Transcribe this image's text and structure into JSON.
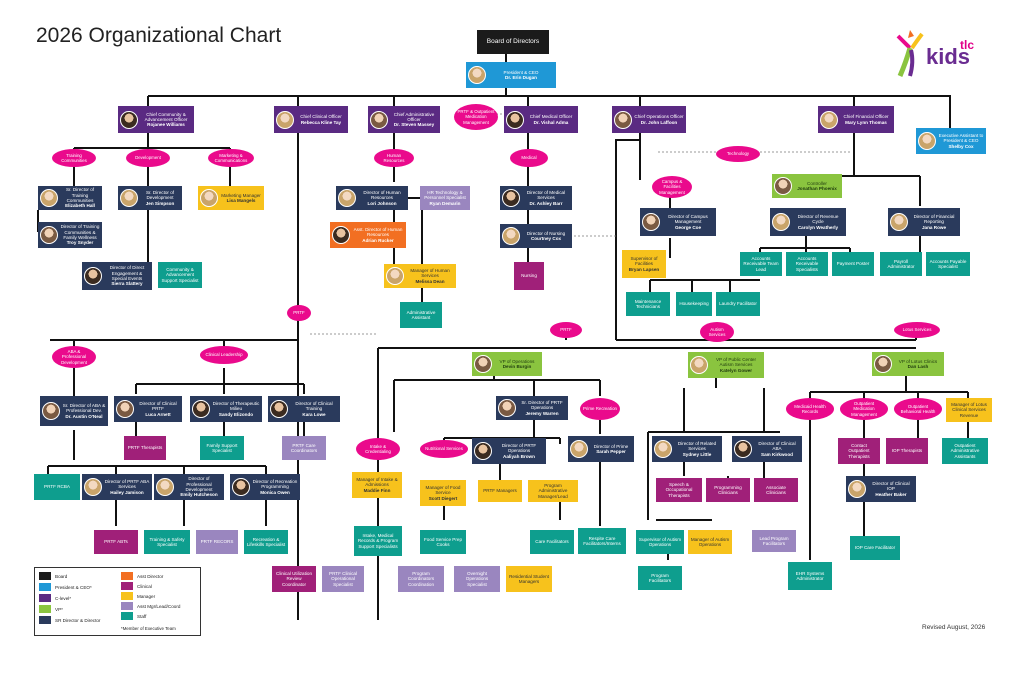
{
  "page_title": "2026 Organizational Chart",
  "revised": "Revised August, 2026",
  "logo": {
    "text": "kids",
    "suffix": "tlc"
  },
  "colors": {
    "black": "#1b1b1b",
    "blue": "#1f98d6",
    "purple": "#5a2a82",
    "navy": "#2a3a5c",
    "orange": "#f26f22",
    "magenta": "#a02079",
    "yellow": "#f7c21c",
    "lilac": "#9a86bf",
    "teal": "#0e9e8e",
    "pink": "#ea0a8c",
    "lime": "#8ac43f"
  },
  "board": "Board of Directors",
  "ceo": {
    "title": "President & CEO",
    "name": "Dr. Erin Dugan"
  },
  "executives": {
    "cca": {
      "title": "Chief Community & Advancement Officer",
      "name": "Rojanee Williams"
    },
    "cco": {
      "title": "Chief Clinical Officer",
      "name": "Rebecca Kline Tay"
    },
    "cao": {
      "title": "Chief Administrative Officer",
      "name": "Dr. Steven Massey"
    },
    "cmo": {
      "title": "Chief Medical Officer",
      "name": "Dr. Vishal Adma"
    },
    "coo": {
      "title": "Chief Operations Officer",
      "name": "Dr. John Laffoon"
    },
    "cfo": {
      "title": "Chief Financial Officer",
      "name": "Mary Lynn Thomas"
    },
    "exec_asst": {
      "title": "Executive Assistant to President & CEO",
      "name": "Shelby Cox"
    }
  },
  "ovals": {
    "prtf_outpatient": "PRTF & Outpatient Medication Management",
    "training": "Training Communities",
    "development": "Development",
    "marketing": "Marketing & Communications",
    "human_resources": "Human Resources",
    "medical": "Medical",
    "technology": "Technology",
    "campus_facilities": "Campus & Facilities Management",
    "prtf_left": "PRTF",
    "prtf_center": "PRTF",
    "autism": "Autism Services",
    "lotus": "Lotus Services",
    "aba_pd": "ABA & Professional Development",
    "clinical_leadership": "Clinical Leadership",
    "intake": "Intake & Credentialing",
    "nutritional": "Nutritional Services",
    "prtf_recreation": "Prime Recreation",
    "medicaid": "Medicaid Health Records",
    "outpatient_med": "Outpatient Medication Management",
    "outpatient_bh": "Outpatient Behavioral Health",
    "mgr_lotus": "Manager of Lotus Clinical Services Revenue"
  },
  "nodes": {
    "sr_training": {
      "title": "Sr. Director of Training Communities",
      "name": "Elizabeth Hall"
    },
    "dir_training": {
      "title": "Director of Training Communities & Family Wellness",
      "name": "Troy Snyder"
    },
    "sr_dev": {
      "title": "Sr. Director of Development",
      "name": "Jen Simpson"
    },
    "dir_dsp": {
      "title": "Director of Direct Engagement & Special Events",
      "name": "Sierra Slattery"
    },
    "community_adv": {
      "title": "Community & Advancement Support Specialist"
    },
    "mktg_mgr": {
      "title": "Marketing Manager",
      "name": "Lisa Mangels"
    },
    "dir_hr": {
      "title": "Director of Human Resources",
      "name": "Lori Johnson"
    },
    "asst_hr": {
      "title": "Asst. Director of Human Resources",
      "name": "Adrian Rucker"
    },
    "hr_tech": {
      "title": "HR Technology & Personnel Specialist",
      "name": "Ryan Demarin"
    },
    "mgr_hr_services": {
      "title": "Manager of Human Services",
      "name": "Melissa Dean"
    },
    "admin_asst": {
      "title": "Administrative Assistant"
    },
    "dir_med": {
      "title": "Director of Medical Services",
      "name": "Dr. Ashley Barr"
    },
    "dir_nursing": {
      "title": "Director of Nursing",
      "name": "Courtney Cox"
    },
    "nursing": {
      "title": "Nursing"
    },
    "dir_campus": {
      "title": "Director of Campus Management",
      "name": "George Coe"
    },
    "supervisor_facilities": {
      "title": "Supervisor of Facilities",
      "name": "Bryan Lapsen"
    },
    "maintenance": {
      "title": "Maintenance Technicians"
    },
    "housekeeping": {
      "title": "Housekeeping"
    },
    "laundry": {
      "title": "Laundry Facilitator"
    },
    "controller": {
      "title": "Controller",
      "name": "Jonathan Phoenix"
    },
    "dir_rev": {
      "title": "Director of Revenue Cycle",
      "name": "Carolyn Weatherly"
    },
    "dir_fin": {
      "title": "Director of Financial Reporting",
      "name": "Jana Rowe"
    },
    "acct_rec": {
      "title": "Accounts Receivable Team Lead"
    },
    "acct_rec_spec": {
      "title": "Accounts Receivable Specialists"
    },
    "payment_poster": {
      "title": "Payment Poster"
    },
    "payroll": {
      "title": "Payroll Administrator"
    },
    "ap_spec": {
      "title": "Accounts Payable Specialist"
    },
    "vp_ops": {
      "title": "VP of Operations",
      "name": "Devin Burgin"
    },
    "vp_autism": {
      "title": "VP of Public Center Autism Services",
      "name": "Katelyn Gower"
    },
    "vp_lotus": {
      "title": "VP of Lotus Clinics",
      "name": "Dan Lash"
    },
    "sr_aba": {
      "title": "Sr. Director of ABA & Professional Dev.",
      "name": "Dr. Austin O'Neal"
    },
    "dir_clinical_prtf": {
      "title": "Director of Clinical PRTF",
      "name": "Luca Arnett"
    },
    "dir_thera": {
      "title": "Director of Therapeutic Milieu",
      "name": "Sandy Elizondo"
    },
    "dir_clin_train": {
      "title": "Director of Clinical Training",
      "name": "Kara Lowe"
    },
    "prtf_therapists": {
      "title": "PRTF Therapists"
    },
    "family_support": {
      "title": "Family Support Specialist"
    },
    "prtf_care": {
      "title": "PRTF Care Coordinators"
    },
    "prtf_rcba": {
      "title": "PRTF RCBA"
    },
    "dir_prtf_aba": {
      "title": "Director of PRTF ABA Services",
      "name": "Hailey Jamison"
    },
    "dir_pd": {
      "title": "Director of Professional Development",
      "name": "Emily Hutcheson"
    },
    "dir_rec": {
      "title": "Director of Recreation Programming",
      "name": "Monica Owen"
    },
    "prtf_abts": {
      "title": "PRTF ABTs"
    },
    "training_safety": {
      "title": "Training & Safety Specialist"
    },
    "prtf_recor": {
      "title": "PRTF RECORS"
    },
    "rec_life": {
      "title": "Recreation & Lifeskills Specialist"
    },
    "clinical_ur": {
      "title": "Clinical Utilization Review Coordinator"
    },
    "prtf_clinical_ops": {
      "title": "PRTF Clinical Operational Specialist"
    },
    "mgr_intake": {
      "title": "Manager of Intake & Admissions",
      "name": "Maddie Finn"
    },
    "intake_records": {
      "title": "Intake, Medical Records & Program Support Specialists"
    },
    "sr_prtf_ops": {
      "title": "Sr. Director of PRTF Operations",
      "name": "Jeremy Warren"
    },
    "dir_prtf_ops": {
      "title": "Director of PRTF Operations",
      "name": "Aaliyah Brown"
    },
    "mgr_food": {
      "title": "Manager of Food Service",
      "name": "Scott Diegert"
    },
    "food_prep": {
      "title": "Food Service Prep Cooks"
    },
    "prtf_managers": {
      "title": "PRTF Managers"
    },
    "program_admin": {
      "title": "Program Administrative Manager/Lead"
    },
    "care_facilitators": {
      "title": "Care Facilitators"
    },
    "program_coord": {
      "title": "Program Coordinators Coordination"
    },
    "overnight": {
      "title": "Overnight Operations Specialist"
    },
    "residential_mgr": {
      "title": "Residential Student Managers"
    },
    "dir_prime": {
      "title": "Director of Prime",
      "name": "Sarah Pepper"
    },
    "respite": {
      "title": "Respite Care Facilitators/Interns"
    },
    "dir_related": {
      "title": "Director of Related Services",
      "name": "Sydney Little"
    },
    "dir_clinical_aba": {
      "title": "Director of Clinical ABA",
      "name": "Sam Kirkwood"
    },
    "speech": {
      "title": "Speech & Occupational Therapists"
    },
    "programming": {
      "title": "Programming Clinicians"
    },
    "associate_clin": {
      "title": "Associate Clinicians"
    },
    "supervisor_autism": {
      "title": "Supervisor of Autism Operations"
    },
    "mgr_autism": {
      "title": "Manager of Autism Operations"
    },
    "lead_program": {
      "title": "Lead Program Facilitators"
    },
    "program_facil": {
      "title": "Program Facilitators"
    },
    "contact_outpatient": {
      "title": "Contact Outpatient Therapists"
    },
    "iop": {
      "title": "IOP Therapists"
    },
    "outpatient_admin": {
      "title": "Outpatient Administrative Assistants"
    },
    "dir_clin_iop": {
      "title": "Director of Clinical IOP",
      "name": "Heather Baker"
    },
    "iop_facil": {
      "title": "IOP Care Facilitator"
    },
    "ehr_admin": {
      "title": "EHR Systems Administrator"
    }
  },
  "legend": {
    "items": [
      {
        "label": "Board",
        "color": "#1b1b1b"
      },
      {
        "label": "President & CEO*",
        "color": "#1f98d6"
      },
      {
        "label": "C-level*",
        "color": "#5a2a82"
      },
      {
        "label": "VP*",
        "color": "#8ac43f"
      },
      {
        "label": "SR Director & Director",
        "color": "#2a3a5c"
      },
      {
        "label": "Asst Director",
        "color": "#f26f22"
      },
      {
        "label": "Clinical",
        "color": "#a02079"
      },
      {
        "label": "Manager",
        "color": "#f7c21c"
      },
      {
        "label": "Asst Mgr/Lead/Coord",
        "color": "#9a86bf"
      },
      {
        "label": "Staff",
        "color": "#0e9e8e"
      }
    ],
    "note": "*Member of Executive Team"
  }
}
